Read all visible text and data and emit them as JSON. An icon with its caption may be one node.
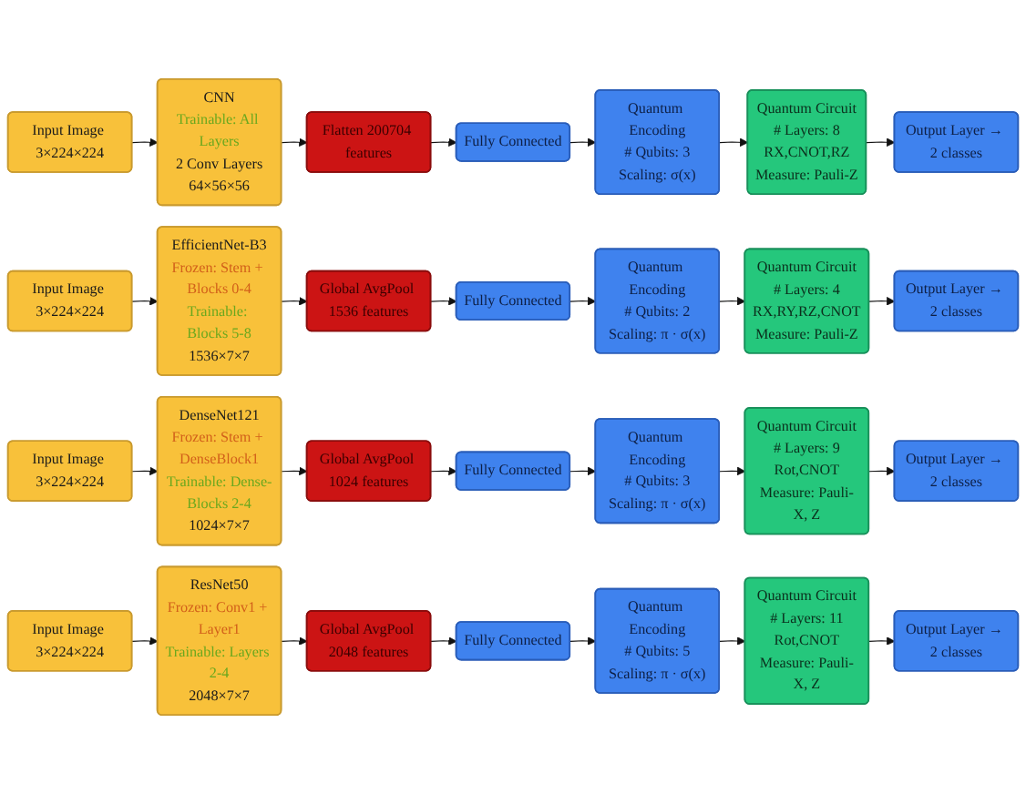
{
  "diagram": {
    "nodes": [
      {
        "text": [
          "Input Image 3×224×224"
        ]
      },
      {
        "text": [
          "CNN",
          "Trainable: All Layers",
          "2 Conv Layers",
          "64×56×56"
        ]
      },
      {
        "text": [
          "Flatten 200704 features"
        ]
      },
      {
        "text": [
          "Fully Connected"
        ]
      },
      {
        "text": [
          "Quantum Encoding",
          "# Qubits: 3",
          "Scaling: σ(x)"
        ]
      },
      {
        "text": [
          "Quantum Circuit",
          "# Layers: 8",
          "RX,CNOT,RZ",
          "Measure: Pauli-Z"
        ]
      },
      {
        "text": [
          "Output Layer → 2 classes"
        ]
      },
      {
        "text": [
          "Input Image 3×224×224"
        ]
      },
      {
        "text": [
          "EfficientNet-B3",
          "Frozen: Stem + Blocks 0-4",
          "Trainable: Blocks 5-8",
          "1536×7×7"
        ]
      },
      {
        "text": [
          "Global AvgPool 1536 features"
        ]
      },
      {
        "text": [
          "Fully Connected"
        ]
      },
      {
        "text": [
          "Quantum Encoding",
          "# Qubits: 2",
          "Scaling: π · σ(x)"
        ]
      },
      {
        "text": [
          "Quantum Circuit",
          "# Layers: 4",
          "RX,RY,RZ,CNOT",
          "Measure: Pauli-Z"
        ]
      },
      {
        "text": [
          "Output Layer → 2 classes"
        ]
      },
      {
        "text": [
          "Input Image 3×224×224"
        ]
      },
      {
        "text": [
          "DenseNet121",
          "Frozen: Stem + DenseBlock1",
          "Trainable: Dense-Blocks 2-4",
          "1024×7×7"
        ]
      },
      {
        "text": [
          "Global AvgPool 1024 features"
        ]
      },
      {
        "text": [
          "Fully Connected"
        ]
      },
      {
        "text": [
          "Quantum Encoding",
          "# Qubits: 3",
          "Scaling: π · σ(x)"
        ]
      },
      {
        "text": [
          "Quantum Circuit",
          "# Layers: 9",
          "Rot,CNOT",
          "Measure: Pauli-X, Z"
        ]
      },
      {
        "text": [
          "Output Layer → 2 classes"
        ]
      },
      {
        "text": [
          "Input Image 3×224×224"
        ]
      },
      {
        "text": [
          "ResNet50",
          "Frozen: Conv1 + Layer1",
          "Trainable: Layers 2-4",
          "2048×7×7"
        ]
      },
      {
        "text": [
          "Global AvgPool 2048 features"
        ]
      },
      {
        "text": [
          "Fully Connected"
        ]
      },
      {
        "text": [
          "Quantum Encoding",
          "# Qubits: 5",
          "Scaling: π · σ(x)"
        ]
      },
      {
        "text": [
          "Quantum Circuit",
          "# Layers: 11",
          "Rot,CNOT",
          "Measure: Pauli-X, Z"
        ]
      },
      {
        "text": [
          "Output Layer → 2 classes"
        ]
      }
    ],
    "edges": [
      {
        "from": 0,
        "to": 1,
        "arrow": "to"
      },
      {
        "from": 1,
        "to": 2,
        "arrow": "to"
      },
      {
        "from": 2,
        "to": 3,
        "arrow": "to"
      },
      {
        "from": 3,
        "to": 4,
        "arrow": "to"
      },
      {
        "from": 4,
        "to": 5,
        "arrow": "to"
      },
      {
        "from": 5,
        "to": 6,
        "arrow": "to"
      },
      {
        "from": 7,
        "to": 8,
        "arrow": "to"
      },
      {
        "from": 8,
        "to": 9,
        "arrow": "to"
      },
      {
        "from": 9,
        "to": 10,
        "arrow": "to"
      },
      {
        "from": 10,
        "to": 11,
        "arrow": "to"
      },
      {
        "from": 11,
        "to": 12,
        "arrow": "to"
      },
      {
        "from": 12,
        "to": 13,
        "arrow": "to"
      },
      {
        "from": 14,
        "to": 15,
        "arrow": "to"
      },
      {
        "from": 15,
        "to": 16,
        "arrow": "to"
      },
      {
        "from": 16,
        "to": 17,
        "arrow": "to"
      },
      {
        "from": 17,
        "to": 18,
        "arrow": "to"
      },
      {
        "from": 18,
        "to": 19,
        "arrow": "to"
      },
      {
        "from": 19,
        "to": 20,
        "arrow": "to"
      },
      {
        "from": 21,
        "to": 22,
        "arrow": "to"
      },
      {
        "from": 22,
        "to": 23,
        "arrow": "to"
      },
      {
        "from": 23,
        "to": 24,
        "arrow": "to"
      },
      {
        "from": 24,
        "to": 25,
        "arrow": "to"
      },
      {
        "from": 25,
        "to": 26,
        "arrow": "to"
      },
      {
        "from": 26,
        "to": 27,
        "arrow": "to"
      }
    ]
  }
}
